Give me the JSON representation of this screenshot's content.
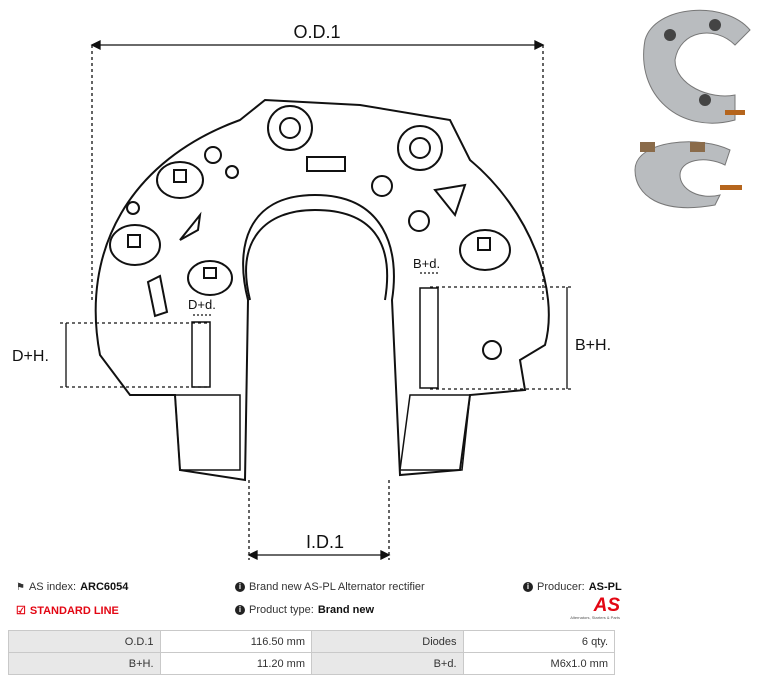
{
  "diagram": {
    "labels": {
      "od": "O.D.1",
      "id": "I.D.1",
      "dh": "D+H.",
      "bh": "B+H.",
      "dd": "D+d.",
      "bd": "B+d."
    }
  },
  "info": {
    "as_index_label": "AS index:",
    "as_index_value": "ARC6054",
    "line": "STANDARD LINE",
    "description": "Brand new AS-PL Alternator rectifier",
    "product_type_label": "Product type:",
    "product_type_value": "Brand new",
    "producer_label": "Producer:",
    "producer_value": "AS-PL",
    "logo_text": "AS",
    "logo_tagline": "Alternators, Starters & Parts"
  },
  "specs": [
    [
      "O.D.1",
      "116.50 mm",
      "Diodes",
      "6 qty."
    ],
    [
      "B+H.",
      "11.20 mm",
      "B+d.",
      "M6x1.0 mm"
    ]
  ],
  "colors": {
    "accent": "#e30613"
  }
}
